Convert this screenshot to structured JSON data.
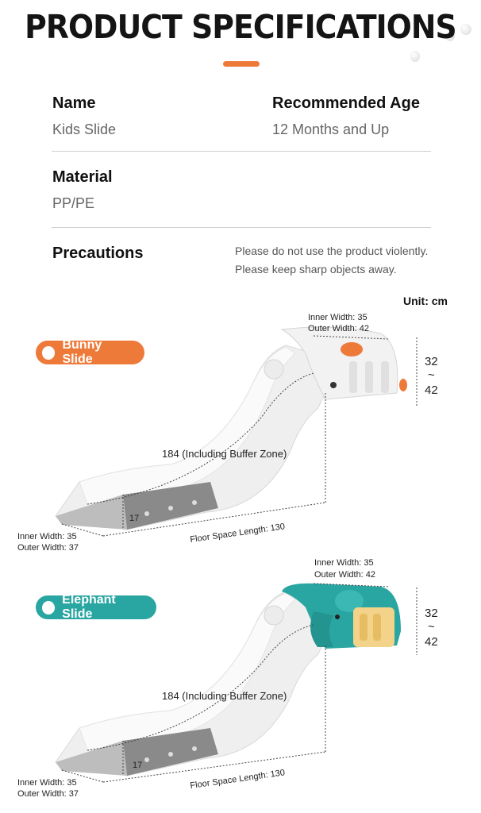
{
  "header": {
    "title": "PRODUCT SPECIFICATIONS"
  },
  "specs": {
    "name_label": "Name",
    "name_value": "Kids Slide",
    "age_label": "Recommended Age",
    "age_value": "12 Months and Up",
    "material_label": "Material",
    "material_value": "PP/PE",
    "precautions_label": "Precautions",
    "precautions_lines": [
      "Please do not use the product violently.",
      "Please keep sharp objects away."
    ]
  },
  "unit": "Unit: cm",
  "bunny": {
    "label": "Bunny Slide",
    "top_inner": "Inner Width: 35",
    "top_outer": "Outer Width: 42",
    "height_top": "32",
    "height_sep": "~",
    "height_bottom": "42",
    "length": "184 (Including Buffer Zone)",
    "side_height": "17",
    "bottom_inner": "Inner Width: 35",
    "bottom_outer": "Outer Width: 37",
    "floor": "Floor Space Length: 130",
    "accent": "#ee7a3a"
  },
  "elephant": {
    "label": "Elephant Slide",
    "top_inner": "Inner Width: 35",
    "top_outer": "Outer Width: 42",
    "height_top": "32",
    "height_sep": "~",
    "height_bottom": "42",
    "length": "184 (Including Buffer Zone)",
    "side_height": "17",
    "bottom_inner": "Inner Width: 35",
    "bottom_outer": "Outer Width: 37",
    "floor": "Floor Space Length: 130",
    "accent": "#2aa6a2"
  }
}
